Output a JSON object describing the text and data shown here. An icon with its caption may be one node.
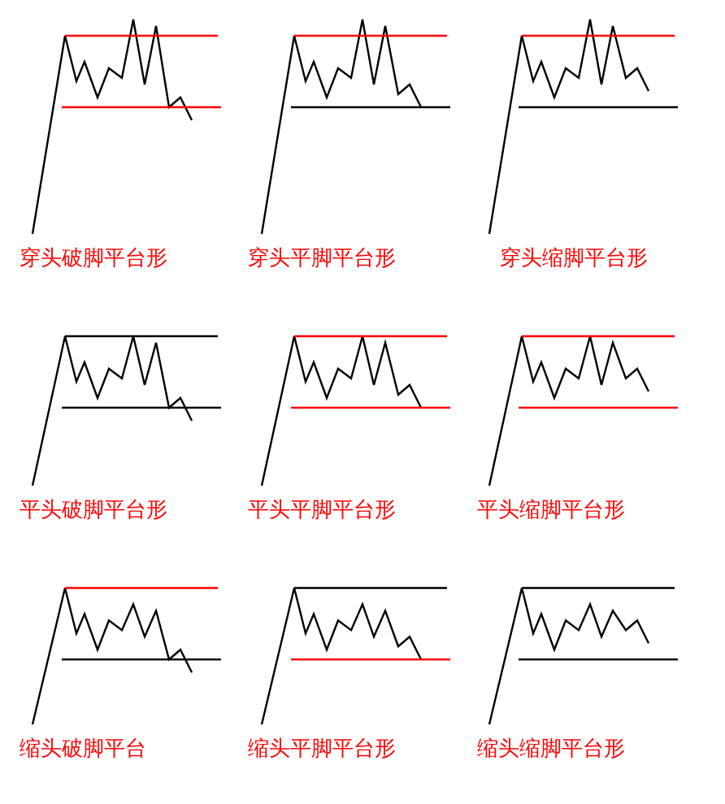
{
  "diagram": {
    "labels": [
      "穿头破脚平台形",
      "穿头平脚平台形",
      "穿头缩脚平台形",
      "平头破脚平台形",
      "平头平脚平台形",
      "平头缩脚平台形",
      "缩头破脚平台",
      "缩头平脚平台形",
      "缩头缩脚平台形"
    ]
  }
}
